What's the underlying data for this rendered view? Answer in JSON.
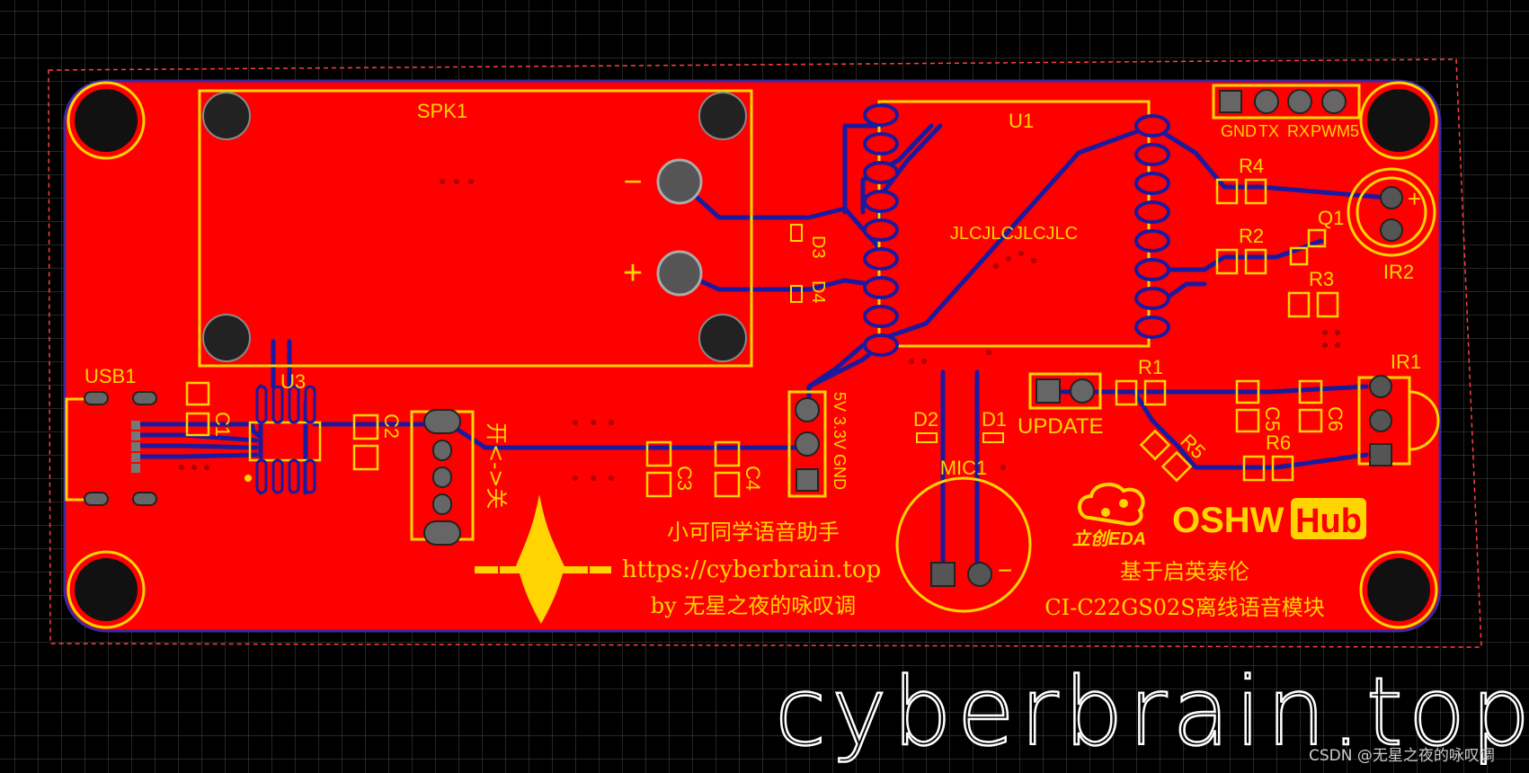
{
  "designators": {
    "spk1": "SPK1",
    "u1": "U1",
    "u3": "U3",
    "usb1": "USB1",
    "c1": "C1",
    "c2": "C2",
    "c3": "C3",
    "c4": "C4",
    "c5": "C5",
    "c6": "C6",
    "d1": "D1",
    "d2": "D2",
    "d3": "D3",
    "d4": "D4",
    "r1": "R1",
    "r2": "R2",
    "r3": "R3",
    "r4": "R4",
    "r5": "R5",
    "r6": "R6",
    "q1": "Q1",
    "ir1": "IR1",
    "ir2": "IR2",
    "mic1": "MIC1"
  },
  "header_labels": {
    "gnd": "GND",
    "tx": "TX",
    "rx": "RX",
    "pwm5": "PWM5",
    "power": "5V 3.3V GND",
    "update": "UPDATE",
    "switch": "开<->关",
    "minus": "−",
    "plus": "+"
  },
  "texts": {
    "jlc": "JLCJLCJLCJLC",
    "oshw_left": "OSHW",
    "oshw_right": "Hub",
    "lceda": "立创EDA",
    "cn_line1": "小可同学语音助手",
    "cn_line2": "https://cyberbrain.top",
    "cn_line3": "by 无星之夜的咏叹调",
    "cn_line4": "基于启英泰伦",
    "cn_line5": "CI-C22GS02S离线语音模块",
    "watermark": "cyberbrain.top",
    "credit": "CSDN @无星之夜的咏叹调"
  },
  "colors": {
    "background": "#000000",
    "grid": "#4a4a4a",
    "board": "#ff0000",
    "silkscreen": "#ffd400",
    "trace": "#1a1aa0",
    "pad": "#c8c8c8"
  }
}
